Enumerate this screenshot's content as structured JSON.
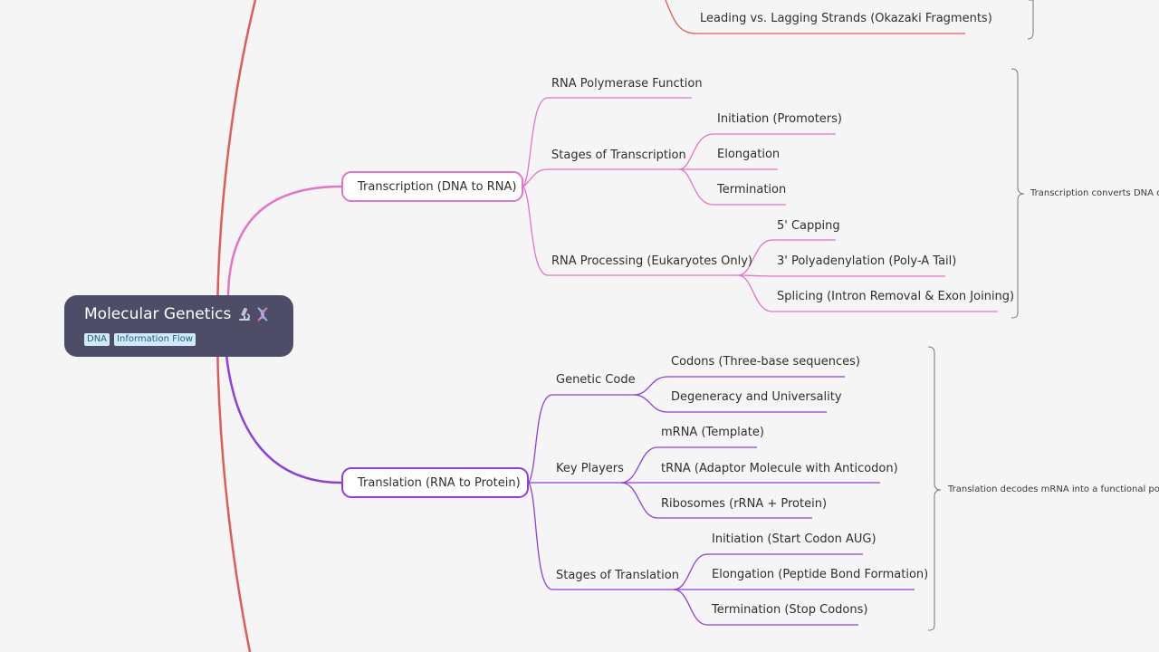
{
  "root": {
    "title": "Molecular Genetics",
    "icons": [
      "microscope-icon",
      "dna-icon"
    ],
    "tags": [
      "DNA",
      "Information Flow"
    ]
  },
  "top_partial": {
    "leaf": "Leading vs. Lagging Strands (Okazaki Fragments)",
    "color": "#e05c5c"
  },
  "transcription": {
    "label": "Transcription (DNA to RNA)",
    "color": "#e374c6",
    "rna_polymerase": "RNA Polymerase Function",
    "stages": {
      "label": "Stages of Transcription",
      "items": [
        "Initiation (Promoters)",
        "Elongation",
        "Termination"
      ]
    },
    "processing": {
      "label": "RNA Processing (Eukaryotes Only)",
      "items": [
        "5' Capping",
        "3' Polyadenylation (Poly-A Tail)",
        "Splicing (Intron Removal & Exon Joining)"
      ]
    },
    "summary": "Transcription converts DNA c"
  },
  "translation": {
    "label": "Translation (RNA to Protein)",
    "color": "#8e3fe0",
    "genetic_code": {
      "label": "Genetic Code",
      "items": [
        "Codons (Three-base sequences)",
        "Degeneracy and Universality"
      ]
    },
    "key_players": {
      "label": "Key Players",
      "items": [
        "mRNA (Template)",
        "tRNA (Adaptor Molecule with Anticodon)",
        "Ribosomes (rRNA + Protein)"
      ]
    },
    "stages": {
      "label": "Stages of Translation",
      "items": [
        "Initiation (Start Codon AUG)",
        "Elongation (Peptide Bond Formation)",
        "Termination (Stop Codons)"
      ]
    },
    "summary": "Translation decodes mRNA into a functional po"
  }
}
